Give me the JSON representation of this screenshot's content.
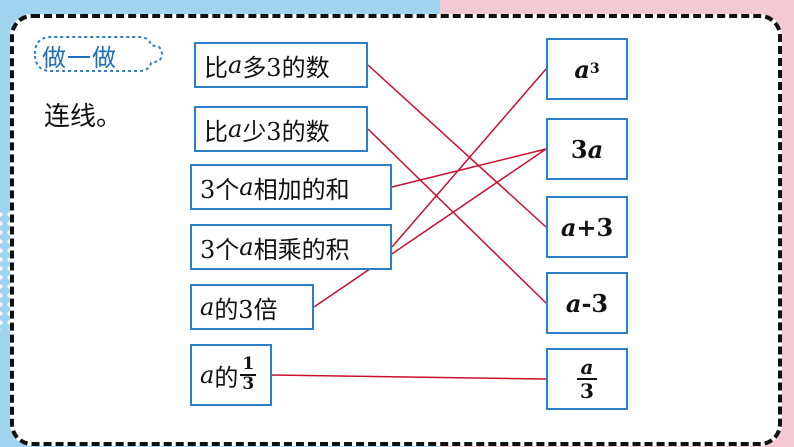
{
  "badge": {
    "label": "做一做"
  },
  "instruction": "连线。",
  "left_items": [
    {
      "pre": "比",
      "var": "a",
      "post": "多3的数"
    },
    {
      "pre": "比",
      "var": "a",
      "post": "少3的数"
    },
    {
      "pre": "3个",
      "var": "a",
      "post": "相加的和"
    },
    {
      "pre": "3个",
      "var": "a",
      "post": "相乘的积"
    },
    {
      "pre": "",
      "var": "a",
      "post": "的3倍"
    },
    {
      "pre": "",
      "var": "a",
      "post": "的",
      "frac_num": "1",
      "frac_den": "3"
    }
  ],
  "right_items": [
    {
      "base": "a",
      "sup": "3"
    },
    {
      "coef": "3",
      "var": "a"
    },
    {
      "var": "a",
      "rest": "+3"
    },
    {
      "var": "a",
      "rest": "-3"
    },
    {
      "frac_num": "a",
      "frac_den": "3"
    }
  ],
  "connections": [
    {
      "from": 0,
      "to": 2
    },
    {
      "from": 1,
      "to": 3
    },
    {
      "from": 2,
      "to": 1
    },
    {
      "from": 3,
      "to": 0
    },
    {
      "from": 4,
      "to": 1
    },
    {
      "from": 5,
      "to": 4
    }
  ],
  "colors": {
    "line": "#c8102e",
    "box_border": "#2a7fc9",
    "badge_text": "#1f6fb8",
    "frame": "#111111"
  }
}
